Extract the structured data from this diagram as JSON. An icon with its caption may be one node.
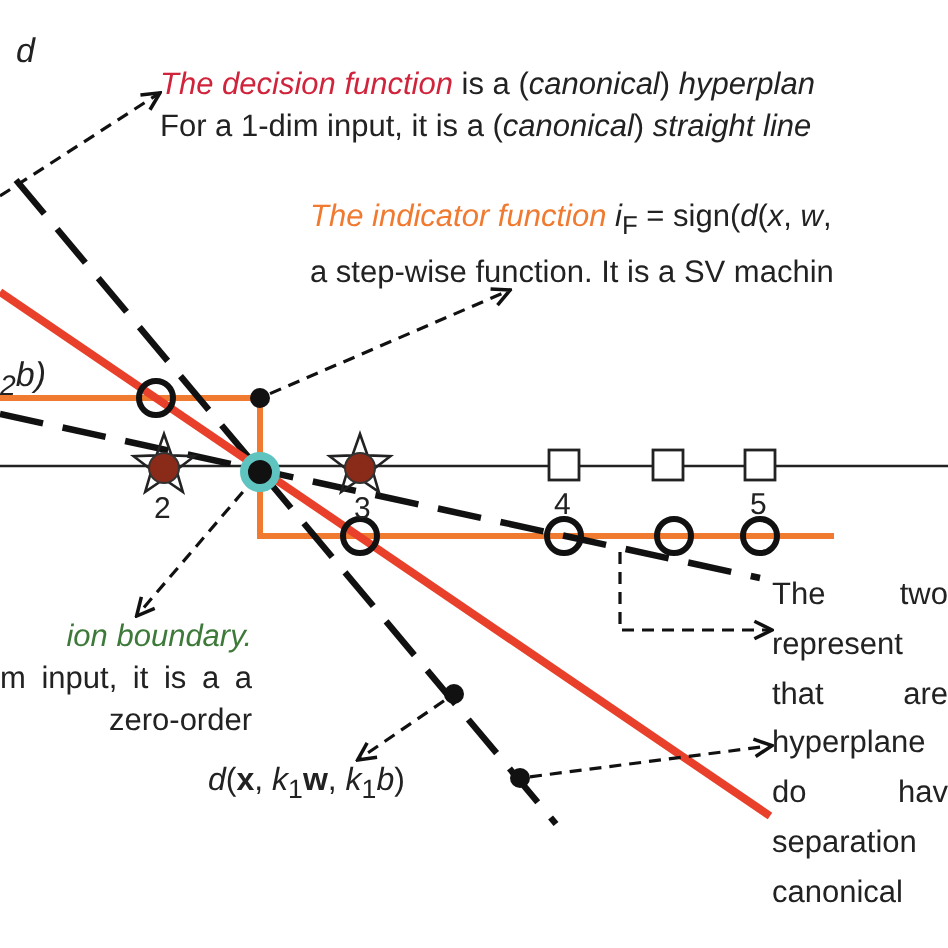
{
  "diagram": {
    "nodes": [
      {
        "text": [
          "The decision function",
          "is a (*canonical*) *hyperplan*",
          "For a 1-dim input, it is a (*canonical*) *straight line*"
        ]
      },
      {
        "text": [
          "The indicator function",
          "*i*$_{F}$ = sign(*d*(*x*, *w*,",
          "a step-wise function. It is a SV machin"
        ]
      },
      {
        "text": [],
        "shape": "circle"
      },
      {
        "text": [],
        "shape": "circle"
      },
      {
        "text": [
          "ion boundary.",
          "m input, it is a a zero-order"
        ]
      },
      {
        "text": [],
        "shape": "circle"
      },
      {
        "text": [
          "*d*(**x**, *k*$_{1}$**w**, *k*$_{1}$*b*)"
        ]
      },
      {
        "text": [],
        "shape": "circle"
      },
      {
        "text": [
          "The two represent that are hyperplane do hav separation canonical"
        ]
      }
    ],
    "edges": [
      {
        "from": null,
        "to": 0,
        "arrow": "to",
        "style": "dashed"
      },
      {
        "from": 2,
        "to": 1,
        "arrow": "to",
        "style": "dashed"
      },
      {
        "from": 3,
        "to": 4,
        "arrow": "to",
        "style": "dashed"
      },
      {
        "from": 5,
        "to": 6,
        "arrow": "to",
        "style": "dashed"
      },
      {
        "from": 7,
        "to": 8,
        "arrow": "to",
        "style": "dashed"
      },
      {
        "from": null,
        "to": 8,
        "arrow": "to",
        "style": "dashed"
      }
    ],
    "labels": [
      "d",
      "$_{2}$b)",
      "2",
      "3",
      "4",
      "5"
    ]
  }
}
